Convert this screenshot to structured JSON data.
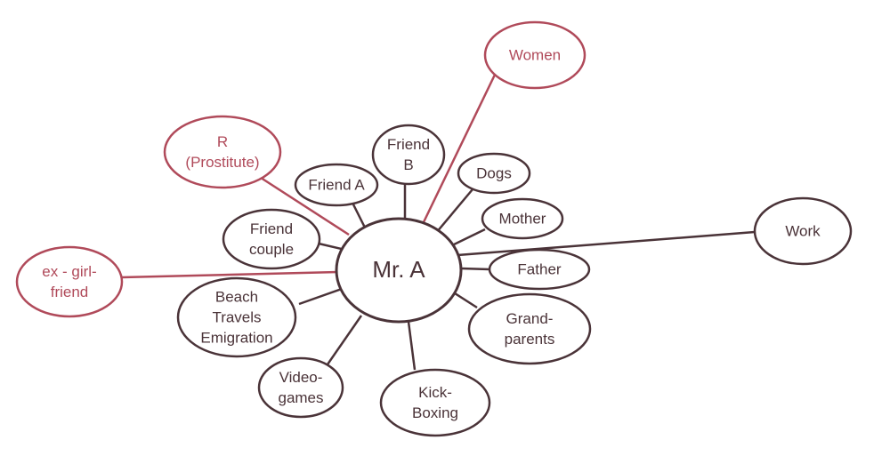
{
  "colors": {
    "neutral": "#4a3338",
    "highlight": "#b04a5a"
  },
  "center": {
    "label": "Mr. A"
  },
  "nodes": [
    {
      "id": "women",
      "lines": [
        "Women"
      ],
      "highlight": true
    },
    {
      "id": "r-prostitute",
      "lines": [
        "R",
        "(Prostitute)"
      ],
      "highlight": true
    },
    {
      "id": "friend-b",
      "lines": [
        "Friend",
        "B"
      ],
      "highlight": false
    },
    {
      "id": "friend-a",
      "lines": [
        "Friend A"
      ],
      "highlight": false
    },
    {
      "id": "dogs",
      "lines": [
        "Dogs"
      ],
      "highlight": false
    },
    {
      "id": "mother",
      "lines": [
        "Mother"
      ],
      "highlight": false
    },
    {
      "id": "friend-couple",
      "lines": [
        "Friend",
        "couple"
      ],
      "highlight": false
    },
    {
      "id": "work",
      "lines": [
        "Work"
      ],
      "highlight": false
    },
    {
      "id": "ex-girlfriend",
      "lines": [
        "ex - girl-",
        "friend"
      ],
      "highlight": true
    },
    {
      "id": "father",
      "lines": [
        "Father"
      ],
      "highlight": false
    },
    {
      "id": "beach-travels-emigration",
      "lines": [
        "Beach",
        "Travels",
        "Emigration"
      ],
      "highlight": false
    },
    {
      "id": "grand-parents",
      "lines": [
        "Grand-",
        "parents"
      ],
      "highlight": false
    },
    {
      "id": "video-games",
      "lines": [
        "Video-",
        "games"
      ],
      "highlight": false
    },
    {
      "id": "kick-boxing",
      "lines": [
        "Kick-",
        "Boxing"
      ],
      "highlight": false
    }
  ]
}
